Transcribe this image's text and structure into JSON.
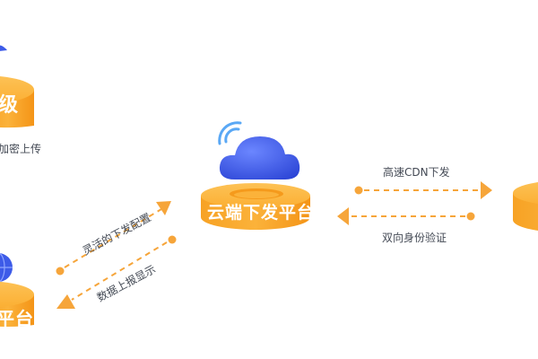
{
  "nodes": {
    "top_left": {
      "label": "级",
      "caption": "加密上传"
    },
    "center": {
      "label": "云端下发平台"
    },
    "bottom_left": {
      "label": "平台"
    },
    "right": {
      "label": ""
    }
  },
  "edges": {
    "center_to_right": {
      "label": "高速CDN下发"
    },
    "right_to_center": {
      "label": "双向身份验证"
    },
    "bottom_left_to_center": {
      "label": "灵活的下发配置"
    },
    "center_to_bottom_left": {
      "label": "数据上报显示"
    }
  },
  "colors": {
    "disk_top": "#fbb23a",
    "disk_side": "#f59a1c",
    "arrow": "#f6a53a",
    "cloud": "#3d5be8",
    "wifi": "#5aa8f5",
    "globe": "#3d5be8",
    "text": "#444a55"
  },
  "icons": {
    "center_icon": "cloud-wifi-icon",
    "bottom_left_icon": "globe-icon",
    "top_left_icon": "cloud-icon"
  }
}
